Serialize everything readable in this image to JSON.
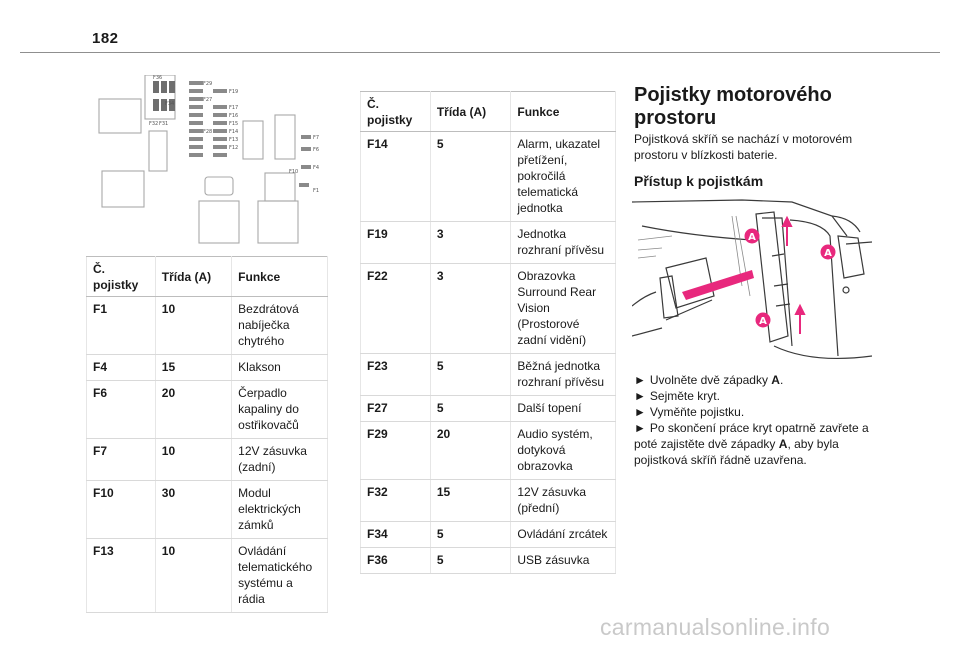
{
  "page": {
    "number": "182"
  },
  "fuse_figure": {
    "labels": [
      "F36",
      "F29",
      "F19",
      "F27",
      "F17",
      "F16",
      "F15",
      "F14",
      "F13",
      "F12",
      "F28",
      "F34",
      "F32",
      "F31",
      "F7",
      "F6",
      "F4",
      "F10",
      "F1"
    ]
  },
  "table_header": {
    "number": "Č. pojistky",
    "rating": "Třída (A)",
    "function": "Funkce"
  },
  "table_left": [
    {
      "number": "F1",
      "rating": "10",
      "function": "Bezdrátová nabíječka chytrého"
    },
    {
      "number": "F4",
      "rating": "15",
      "function": "Klakson"
    },
    {
      "number": "F6",
      "rating": "20",
      "function": "Čerpadlo kapaliny do ostřikovačů"
    },
    {
      "number": "F7",
      "rating": "10",
      "function": "12V zásuvka (zadní)"
    },
    {
      "number": "F10",
      "rating": "30",
      "function": "Modul elektrických zámků"
    },
    {
      "number": "F13",
      "rating": "10",
      "function": "Ovládání telematického systému a rádia"
    }
  ],
  "table_right": [
    {
      "number": "F14",
      "rating": "5",
      "function": "Alarm, ukazatel přetížení, pokročilá telematická jednotka"
    },
    {
      "number": "F19",
      "rating": "3",
      "function": "Jednotka rozhraní přívěsu"
    },
    {
      "number": "F22",
      "rating": "3",
      "function": "Obrazovka Surround Rear Vision (Prostorové zadní vidění)"
    },
    {
      "number": "F23",
      "rating": "5",
      "function": "Běžná jednotka rozhraní přívěsu"
    },
    {
      "number": "F27",
      "rating": "5",
      "function": "Další topení"
    },
    {
      "number": "F29",
      "rating": "20",
      "function": "Audio systém, dotyková obrazovka"
    },
    {
      "number": "F32",
      "rating": "15",
      "function": "12V zásuvka (přední)"
    },
    {
      "number": "F34",
      "rating": "5",
      "function": "Ovládání zrcátek"
    },
    {
      "number": "F36",
      "rating": "5",
      "function": "USB zásuvka"
    }
  ],
  "section": {
    "title": "Pojistky motorového prostoru",
    "intro": "Pojistková skříň se nachází v motorovém prostoru v blízkosti baterie.",
    "subtitle": "Přístup k pojistkám",
    "callout": "A",
    "steps": [
      {
        "bullet": "►",
        "text": "Uvolněte dvě západky ",
        "bold": "A",
        "after": "."
      },
      {
        "bullet": "►",
        "text": "Sejměte kryt.",
        "bold": "",
        "after": ""
      },
      {
        "bullet": "►",
        "text": "Vyměňte pojistku.",
        "bold": "",
        "after": ""
      },
      {
        "bullet": "►",
        "text": "Po skončení práce kryt opatrně zavřete a poté zajistěte dvě západky ",
        "bold": "A",
        "after": ", aby byla pojistková skříň řádně uzavřena."
      }
    ]
  },
  "watermark": "carmanualsonline.info",
  "colors": {
    "accent": "#e8287d",
    "rule": "#8f8f8f",
    "watermark": "#c9c9c9"
  }
}
